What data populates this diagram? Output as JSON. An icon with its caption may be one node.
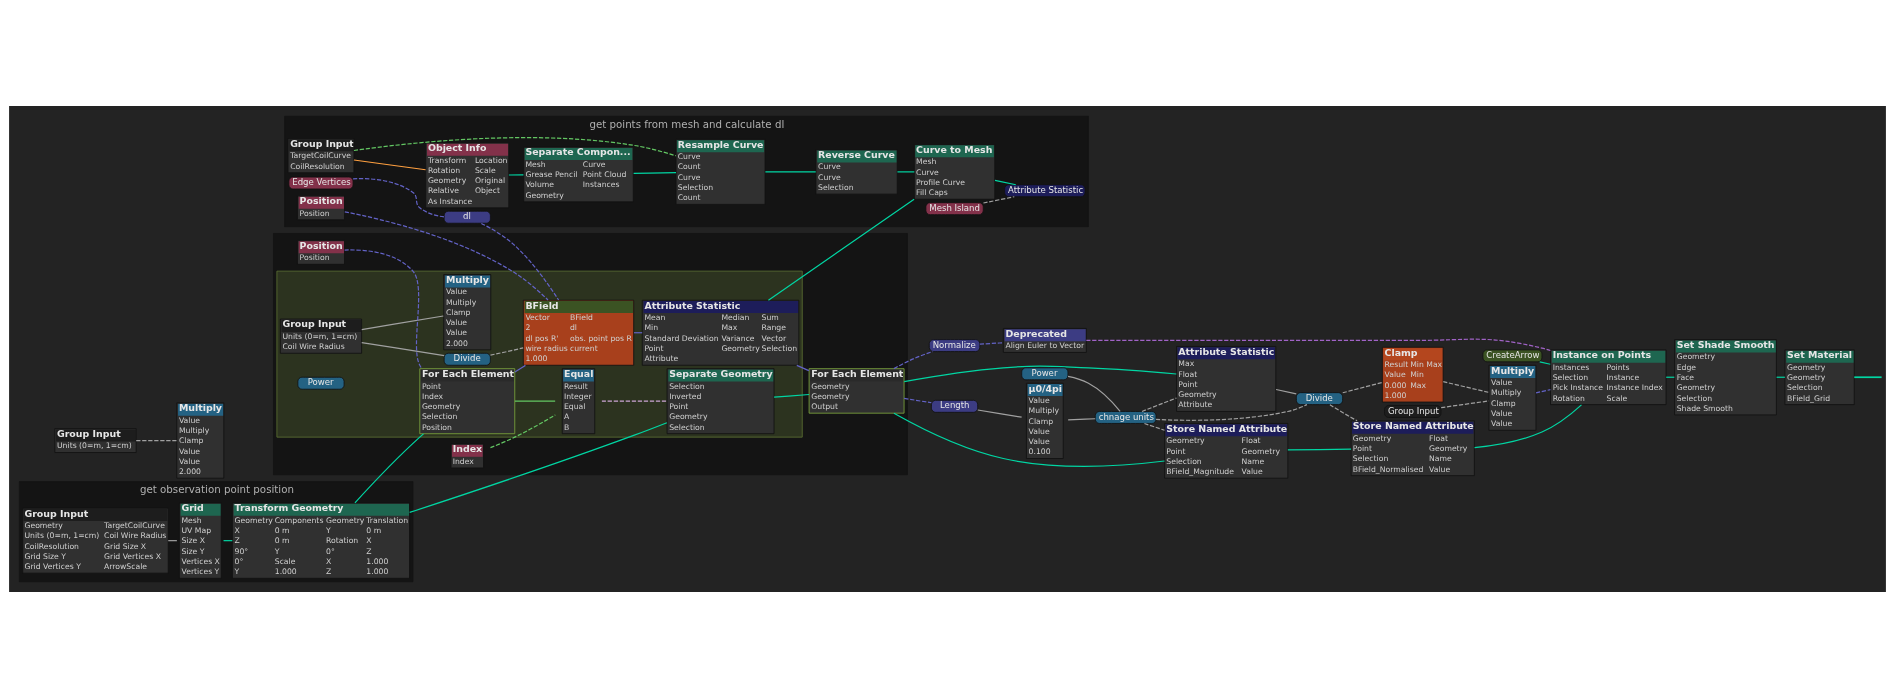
{
  "diagram": {
    "nodes": [
      {
        "text": [
          "get points from mesh and calculate dl"
        ]
      },
      {
        "text": [
          "Group Input",
          "TargetCoilCurve",
          "CoilResolution"
        ],
        "in": 0
      },
      {
        "text": [
          "Object Info",
          "Transform",
          "Location",
          "Rotation",
          "Scale",
          "Geometry",
          "Original",
          "Relative",
          "Object",
          "As Instance"
        ],
        "in": 0
      },
      {
        "text": [
          "Separate Compon...",
          "Mesh",
          "Curve",
          "Grease Pencil",
          "Point Cloud",
          "Volume",
          "Instances",
          "Geometry"
        ],
        "in": 0
      },
      {
        "text": [
          "Resample Curve",
          "Curve",
          "Count",
          "Curve",
          "Selection",
          "Count"
        ],
        "in": 0
      },
      {
        "text": [
          "Reverse Curve",
          "Curve",
          "Curve",
          "Selection"
        ],
        "in": 0
      },
      {
        "text": [
          "Curve to Mesh",
          "Mesh",
          "Curve",
          "Profile Curve",
          "Fill Caps"
        ],
        "in": 0
      },
      {
        "text": [
          "Mesh Island"
        ],
        "in": 0
      },
      {
        "text": [
          "Attribute Statistic"
        ],
        "in": 0
      },
      {
        "text": [
          "Edge Vertices"
        ],
        "in": 0
      },
      {
        "text": [
          "dl"
        ],
        "in": 0
      },
      {
        "text": [
          "Position",
          "Position"
        ],
        "in": 0
      },
      {
        "text": [
          "get observation point position"
        ]
      },
      {
        "text": [
          "Group Input",
          "Geometry",
          "TargetCoilCurve",
          "Units (0=m, 1=cm)",
          "Coil Wire Radius",
          "CoilResolution",
          "Grid Size X",
          "Grid Size Y",
          "Grid Vertices X",
          "Grid Vertices Y",
          "ArrowScale"
        ],
        "in": 12
      },
      {
        "text": [
          "Grid",
          "Mesh",
          "UV Map",
          "Size X",
          "Size Y",
          "Vertices X",
          "Vertices Y"
        ],
        "in": 12
      },
      {
        "text": [
          "Transform Geometry",
          "Geometry",
          "Components",
          "Geometry",
          "Translation",
          "X",
          "0 m",
          "Y",
          "0 m",
          "Z",
          "0 m",
          "Rotation",
          "X",
          "90°",
          "Y",
          "0°",
          "Z",
          "0°",
          "Scale",
          "X",
          "1.000",
          "Y",
          "1.000",
          "Z",
          "1.000"
        ],
        "in": 12
      },
      {
        "text": [],
        "shape": "box"
      },
      {
        "text": [],
        "shape": "box",
        "in": 16
      },
      {
        "text": [
          "Position",
          "Position"
        ],
        "in": 16
      },
      {
        "text": [
          "For Each Element",
          "Point",
          "Index",
          "Geometry",
          "Selection",
          "Position"
        ],
        "in": 17
      },
      {
        "text": [
          "Index",
          "Index"
        ],
        "in": 16
      },
      {
        "text": [
          "Equal",
          "Result",
          "Integer",
          "Equal",
          "A",
          "B"
        ],
        "in": 17
      },
      {
        "text": [
          "Separate Geometry",
          "Selection",
          "Inverted",
          "Point",
          "Geometry",
          "Selection"
        ],
        "in": 17
      },
      {
        "text": [
          "Group Input",
          "Units (0=m, 1=cm)",
          "Coil Wire Radius"
        ],
        "in": 17
      },
      {
        "text": [
          "Divide"
        ],
        "in": 17
      },
      {
        "text": [
          "Power"
        ],
        "in": 17
      },
      {
        "text": [
          "Multiply",
          "Value",
          "Multiply",
          "Clamp",
          "Value",
          "Value",
          "2.000"
        ],
        "in": 17
      },
      {
        "text": [
          "BField",
          "Vector",
          "BField",
          "2",
          "dl",
          "dl pos R'",
          "obs. point pos R",
          "wire radius",
          "current",
          "1.000"
        ],
        "in": 17
      },
      {
        "text": [
          "Attribute Statistic",
          "Mean",
          "Median",
          "Sum",
          "Min",
          "Max",
          "Range",
          "Standard Deviation",
          "Variance",
          "Vector",
          "Point",
          "Geometry",
          "Selection",
          "Attribute"
        ],
        "in": 17
      },
      {
        "text": [
          "For Each Element",
          "Geometry",
          "Geometry",
          "Output"
        ],
        "in": 16
      },
      {
        "text": [
          "Length"
        ]
      },
      {
        "text": [
          "µ0/4pi",
          "Value",
          "Multiply",
          "Clamp",
          "Value",
          "Value",
          "0.100"
        ]
      },
      {
        "text": [
          "Power"
        ]
      },
      {
        "text": [
          "Multiply",
          "Value",
          "Multiply",
          "Clamp",
          "Value",
          "Value",
          "2.000"
        ]
      },
      {
        "text": [
          "Group Input",
          "Units (0=m, 1=cm)"
        ]
      },
      {
        "text": [
          "chnage units"
        ]
      },
      {
        "text": [
          "Attribute Statistic",
          "Max",
          "Float",
          "Point",
          "Geometry",
          "Attribute"
        ]
      },
      {
        "text": [
          "Divide"
        ]
      },
      {
        "text": [
          "Store Named Attribute",
          "Geometry",
          "Float",
          "Point",
          "Geometry",
          "Selection",
          "Name",
          "BField_Magnitude",
          "Value"
        ]
      },
      {
        "text": [
          "Store Named Attribute",
          "Geometry",
          "Float",
          "Point",
          "Geometry",
          "Selection",
          "Name",
          "BField_Normalised",
          "Value"
        ]
      },
      {
        "text": [
          "Normalize"
        ]
      },
      {
        "text": [
          "Clamp",
          "Result",
          "Min Max",
          "Value",
          "Min",
          "0.000",
          "Max",
          "1.000"
        ]
      },
      {
        "text": [
          "Group Input"
        ]
      },
      {
        "text": [
          "CreateArrow"
        ]
      },
      {
        "text": [
          "Deprecated",
          "Align Euler to Vector"
        ]
      },
      {
        "text": [
          "Multiply",
          "Value",
          "Multiply",
          "Clamp",
          "Value",
          "Value"
        ]
      },
      {
        "text": [
          "Instance on Points",
          "Instances",
          "Points",
          "Selection",
          "Instance",
          "Pick Instance",
          "Instance Index",
          "Rotation",
          "Scale"
        ]
      },
      {
        "text": [
          "Set Shade Smooth",
          "Geometry",
          "Edge",
          "Face",
          "Geometry",
          "Selection",
          "Shade Smooth"
        ]
      },
      {
        "text": [
          "Set Material",
          "Geometry",
          "Geometry",
          "Selection",
          "BField_Grid"
        ]
      }
    ],
    "edges": [
      {
        "from": 1,
        "to": 2,
        "arrow": "none",
        "color": "#ffa040"
      },
      {
        "from": 1,
        "to": 4,
        "arrow": "none",
        "style": "dashed",
        "color": "#63c763"
      },
      {
        "from": 2,
        "to": 3,
        "arrow": "none",
        "color": "#00d6a3"
      },
      {
        "from": 3,
        "to": 4,
        "arrow": "none",
        "color": "#00d6a3"
      },
      {
        "from": 4,
        "to": 5,
        "arrow": "none",
        "color": "#00d6a3"
      },
      {
        "from": 5,
        "to": 6,
        "arrow": "none",
        "color": "#00d6a3"
      },
      {
        "from": 6,
        "to": 8,
        "arrow": "none",
        "color": "#00d6a3"
      },
      {
        "from": 7,
        "to": 8,
        "arrow": "none",
        "style": "dashed",
        "color": "#a1a1a1"
      },
      {
        "from": 6,
        "to": 28,
        "arrow": "none",
        "color": "#00d6a3"
      },
      {
        "from": 9,
        "to": 10,
        "arrow": "none",
        "style": "dashed",
        "color": "#6363c7"
      },
      {
        "from": 10,
        "to": 27,
        "arrow": "none",
        "style": "dashed",
        "color": "#6363c7"
      },
      {
        "from": 11,
        "to": 27,
        "arrow": "none",
        "style": "dashed",
        "color": "#6363c7"
      },
      {
        "from": 13,
        "to": 14,
        "arrow": "none",
        "color": "#a1a1a1"
      },
      {
        "from": 14,
        "to": 15,
        "arrow": "none",
        "color": "#00d6a3"
      },
      {
        "from": 15,
        "to": 19,
        "arrow": "none",
        "color": "#00d6a3"
      },
      {
        "from": 15,
        "to": 22,
        "arrow": "none",
        "color": "#00d6a3"
      },
      {
        "from": 18,
        "to": 19,
        "arrow": "none",
        "style": "dashed",
        "color": "#6363c7"
      },
      {
        "from": 19,
        "to": 21,
        "arrow": "none",
        "color": "#63c763"
      },
      {
        "from": 20,
        "to": 21,
        "arrow": "none",
        "style": "dashed",
        "color": "#63c763"
      },
      {
        "from": 21,
        "to": 22,
        "arrow": "none",
        "style": "dashed",
        "color": "#cca6d6"
      },
      {
        "from": 19,
        "to": 27,
        "arrow": "none",
        "color": "#6363c7"
      },
      {
        "from": 22,
        "to": 29,
        "arrow": "none",
        "color": "#00d6a3"
      },
      {
        "from": 23,
        "to": 24,
        "arrow": "none",
        "color": "#a1a1a1"
      },
      {
        "from": 23,
        "to": 26,
        "arrow": "none",
        "color": "#a1a1a1"
      },
      {
        "from": 24,
        "to": 27,
        "arrow": "none",
        "style": "dashed",
        "color": "#a1a1a1"
      },
      {
        "from": 27,
        "to": 28,
        "arrow": "none",
        "color": "#6363c7"
      },
      {
        "from": 28,
        "to": 29,
        "arrow": "none",
        "color": "#6363c7"
      },
      {
        "from": 29,
        "to": 38,
        "arrow": "none",
        "color": "#00d6a3"
      },
      {
        "from": 29,
        "to": 36,
        "arrow": "none",
        "color": "#00d6a3"
      },
      {
        "from": 29,
        "to": 30,
        "arrow": "none",
        "style": "dashed",
        "color": "#6363c7"
      },
      {
        "from": 29,
        "to": 40,
        "arrow": "none",
        "style": "dashed",
        "color": "#6363c7"
      },
      {
        "from": 30,
        "to": 31,
        "arrow": "none",
        "color": "#a1a1a1"
      },
      {
        "from": 31,
        "to": 35,
        "arrow": "none",
        "color": "#a1a1a1"
      },
      {
        "from": 32,
        "to": 35,
        "arrow": "none",
        "color": "#a1a1a1"
      },
      {
        "from": 34,
        "to": 33,
        "arrow": "none",
        "style": "dashed",
        "color": "#a1a1a1"
      },
      {
        "from": 35,
        "to": 36,
        "arrow": "none",
        "style": "dashed",
        "color": "#a1a1a1"
      },
      {
        "from": 35,
        "to": 38,
        "arrow": "none",
        "style": "dashed",
        "color": "#a1a1a1"
      },
      {
        "from": 36,
        "to": 37,
        "arrow": "none",
        "color": "#a1a1a1"
      },
      {
        "from": 35,
        "to": 37,
        "arrow": "none",
        "style": "dashed",
        "color": "#a1a1a1"
      },
      {
        "from": 37,
        "to": 39,
        "arrow": "none",
        "style": "dashed",
        "color": "#a1a1a1"
      },
      {
        "from": 37,
        "to": 41,
        "arrow": "none",
        "style": "dashed",
        "color": "#a1a1a1"
      },
      {
        "from": 38,
        "to": 39,
        "arrow": "none",
        "color": "#00d6a3"
      },
      {
        "from": 39,
        "to": 46,
        "arrow": "none",
        "color": "#00d6a3"
      },
      {
        "from": 40,
        "to": 44,
        "arrow": "none",
        "style": "dashed",
        "color": "#6363c7"
      },
      {
        "from": 41,
        "to": 45,
        "arrow": "none",
        "style": "dashed",
        "color": "#a1a1a1"
      },
      {
        "from": 42,
        "to": 45,
        "arrow": "none",
        "style": "dashed",
        "color": "#a1a1a1"
      },
      {
        "from": 43,
        "to": 46,
        "arrow": "none",
        "color": "#00d6a3"
      },
      {
        "from": 44,
        "to": 46,
        "arrow": "none",
        "style": "dashed",
        "color": "#a163c7"
      },
      {
        "from": 45,
        "to": 46,
        "arrow": "none",
        "style": "dashed",
        "color": "#6363c7"
      },
      {
        "from": 46,
        "to": 47,
        "arrow": "none",
        "color": "#00d6a3"
      },
      {
        "from": 47,
        "to": 48,
        "arrow": "none",
        "color": "#00d6a3"
      },
      {
        "from": 48,
        "to": null,
        "arrow": "none",
        "color": "#00d6a3"
      }
    ]
  }
}
